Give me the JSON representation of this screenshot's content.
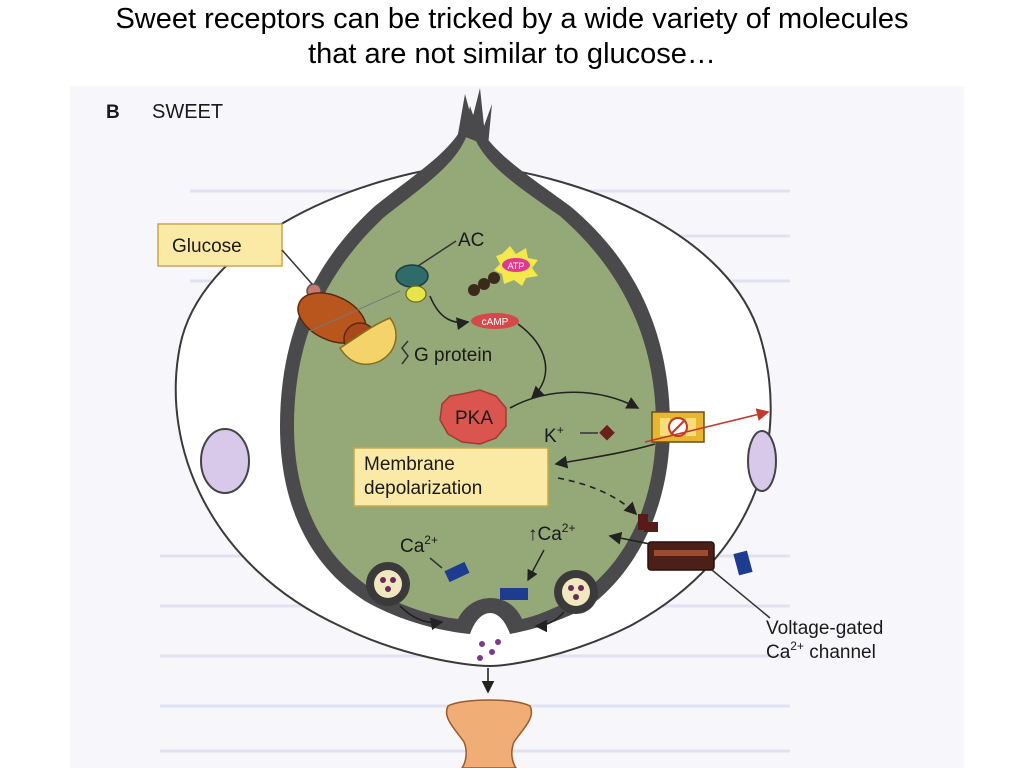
{
  "title": {
    "line1": "Sweet receptors can be tricked by a wide variety of molecules",
    "line2": "that are not similar to glucose…"
  },
  "figure": {
    "panel_letter": "B",
    "panel_title": "SWEET",
    "labels": {
      "glucose": "Glucose",
      "ac": "AC",
      "atp": "ATP",
      "camp": "cAMP",
      "g_protein": "G protein",
      "pka": "PKA",
      "k_ion": "K",
      "k_charge": "+",
      "membrane_line1": "Membrane",
      "membrane_line2": "depolarization",
      "ca_left": "Ca",
      "ca_left_charge": "2+",
      "ca_up": "Ca",
      "ca_up_charge": "2+",
      "vg_line1": "Voltage-gated",
      "vg_ca": "Ca",
      "vg_charge": "2+",
      "vg_channel": " channel"
    },
    "colors": {
      "cytoplasm": "#94a878",
      "membrane": "#4a4a4c",
      "label_box": "#fbe9a6",
      "pka": "#d9554e",
      "receptor": "#b8561e",
      "atp": "#e03a8e",
      "camp": "#d44a4a",
      "calcium": "#1d3c8f",
      "neuron": "#f0ad76"
    }
  }
}
